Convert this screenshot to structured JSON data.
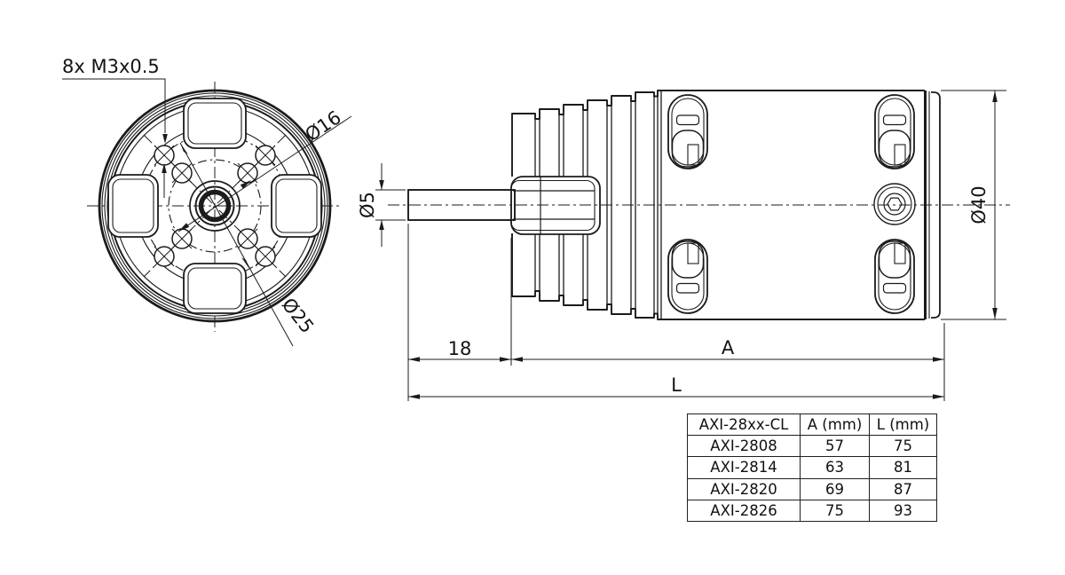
{
  "labels": {
    "mount_holes": "8x M3x0.5",
    "bolt_circle_small": "Ø16",
    "bolt_circle_large": "Ø25",
    "shaft_diameter": "Ø5",
    "body_diameter": "Ø40",
    "shaft_length": "18",
    "body_length": "A",
    "total_length": "L"
  },
  "table": {
    "headers": [
      "AXI-28xx-CL",
      "A (mm)",
      "L (mm)"
    ],
    "rows": [
      {
        "model": "AXI-2808",
        "a": "57",
        "l": "75"
      },
      {
        "model": "AXI-2814",
        "a": "63",
        "l": "81"
      },
      {
        "model": "AXI-2820",
        "a": "69",
        "l": "87"
      },
      {
        "model": "AXI-2826",
        "a": "75",
        "l": "93"
      }
    ]
  },
  "colors": {
    "line": "#1b1b1b",
    "background": "#ffffff"
  }
}
